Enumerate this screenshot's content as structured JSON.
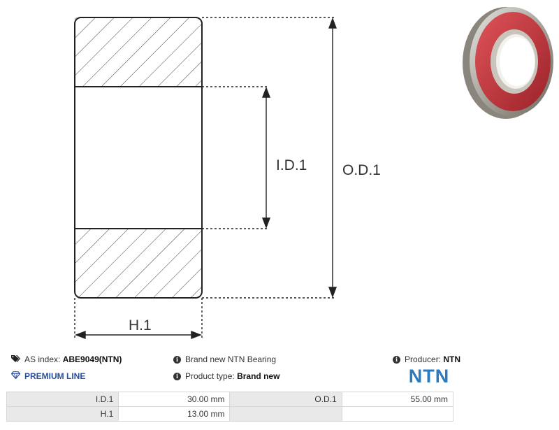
{
  "drawing": {
    "id_label": "I.D.1",
    "od_label": "O.D.1",
    "h_label": "H.1"
  },
  "info": {
    "as_index_label": "AS index:",
    "as_index_value": "ABE9049(NTN)",
    "premium_line": "PREMIUM LINE",
    "brand_new_text": "Brand new NTN Bearing",
    "product_type_label": "Product type:",
    "product_type_value": "Brand new",
    "producer_label": "Producer:",
    "producer_value": "NTN"
  },
  "logo_text": "NTN",
  "specs": [
    {
      "k1": "I.D.1",
      "v1": "30.00 mm",
      "k2": "O.D.1",
      "v2": "55.00 mm"
    },
    {
      "k1": "H.1",
      "v1": "13.00 mm",
      "k2": "",
      "v2": ""
    }
  ],
  "colors": {
    "brand_blue": "#2a7ac0",
    "premium_blue": "#2a4fa0",
    "seal_red": "#c8343c"
  },
  "icons": [
    "tags-icon",
    "diamond-icon",
    "info-icon"
  ]
}
